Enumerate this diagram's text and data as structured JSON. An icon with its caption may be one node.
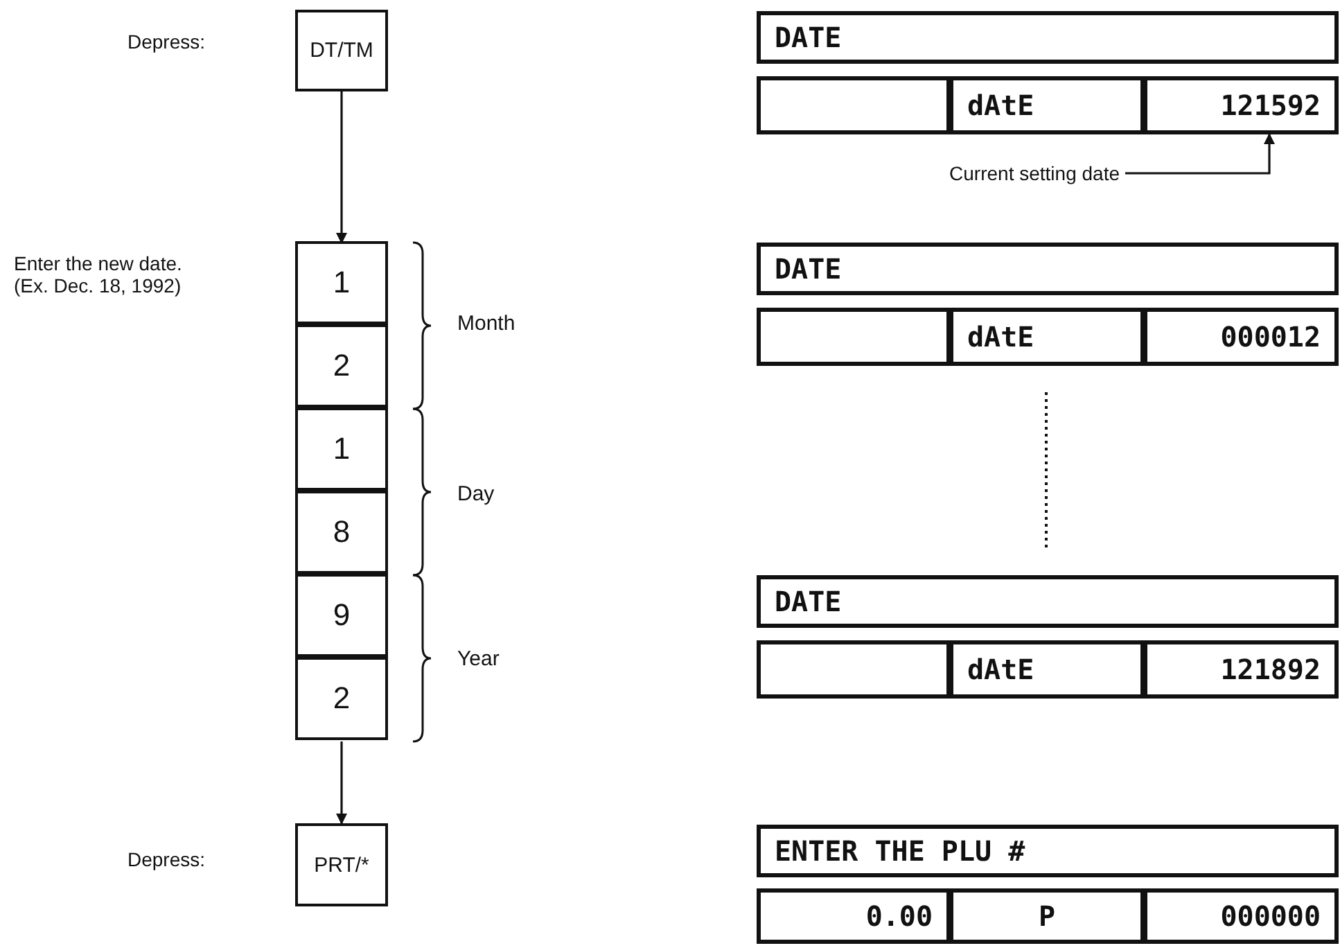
{
  "diagram": {
    "nodes": [
      {
        "text": [
          "DT/TM"
        ]
      },
      {
        "text": [
          "1"
        ]
      },
      {
        "text": [
          "2"
        ]
      },
      {
        "text": [
          "1"
        ]
      },
      {
        "text": [
          "8"
        ]
      },
      {
        "text": [
          "9"
        ]
      },
      {
        "text": [
          "2"
        ]
      },
      {
        "text": [
          "PRT/*"
        ]
      },
      {
        "text": [
          "DATE"
        ]
      },
      {
        "text": [],
        "shape": "box"
      },
      {
        "text": [
          "dAtE"
        ]
      },
      {
        "text": [
          "121592"
        ]
      },
      {
        "text": [
          "Current setting date"
        ]
      },
      {
        "text": [
          "DATE"
        ]
      },
      {
        "text": [],
        "shape": "box"
      },
      {
        "text": [
          "dAtE"
        ]
      },
      {
        "text": [
          "000012"
        ]
      },
      {
        "text": [
          "DATE"
        ]
      },
      {
        "text": [],
        "shape": "box"
      },
      {
        "text": [
          "dAtE"
        ]
      },
      {
        "text": [
          "121892"
        ]
      },
      {
        "text": [
          "ENTER THE PLU #"
        ]
      },
      {
        "text": [
          "0.00"
        ]
      },
      {
        "text": [
          "P"
        ]
      },
      {
        "text": [
          "000000"
        ]
      }
    ],
    "edges": [
      {
        "from": 0,
        "to": 1,
        "arrow": "to"
      },
      {
        "from": 6,
        "to": 7,
        "arrow": "to"
      },
      {
        "from": 12,
        "to": 11,
        "arrow": "to"
      }
    ],
    "labels": [
      "Depress:",
      "Enter the new date. (Ex. Dec. 18, 1992)",
      "Month",
      "Day",
      "Year",
      "Depress:"
    ]
  }
}
